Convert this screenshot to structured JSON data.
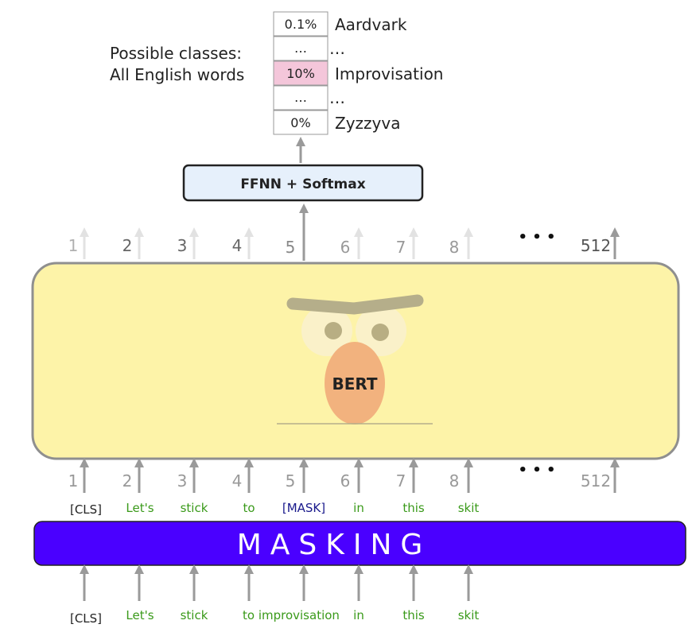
{
  "classes": {
    "caption_line1": "Possible classes:",
    "caption_line2": "All English words",
    "rows": [
      {
        "prob": "0.1%",
        "word": "Aardvark",
        "highlight": false
      },
      {
        "prob": "…",
        "word": "…",
        "highlight": false
      },
      {
        "prob": "10%",
        "word": "Improvisation",
        "highlight": true
      },
      {
        "prob": "…",
        "word": "…",
        "highlight": false
      },
      {
        "prob": "0%",
        "word": "Zyzzyva",
        "highlight": false
      }
    ]
  },
  "ffnn": {
    "label": "FFNN + Softmax"
  },
  "bert": {
    "label": "BERT"
  },
  "positions": [
    "1",
    "2",
    "3",
    "4",
    "5",
    "6",
    "7",
    "8"
  ],
  "last_position": "512",
  "ellipsis": "• • •",
  "masked_tokens": [
    "[CLS]",
    "Let's",
    "stick",
    "to",
    "[MASK]",
    "in",
    "this",
    "skit"
  ],
  "masking": {
    "label": "MASKING"
  },
  "input_tokens": [
    "[CLS]",
    "Let's",
    "stick",
    "to improvisation",
    "in",
    "this",
    "skit"
  ],
  "colors": {
    "token_green": "#3a9a1a",
    "token_dark": "#222222",
    "mask_token": "#1a1a8c",
    "masking_bar": "#4a00ff",
    "bert_bg": "#fdf3a8",
    "highlight": "#f4c6da",
    "ffnn_bg": "#e6f0fb",
    "arrow_gray": "#9a9a9a",
    "arrow_faded": "#e2e2e2"
  }
}
